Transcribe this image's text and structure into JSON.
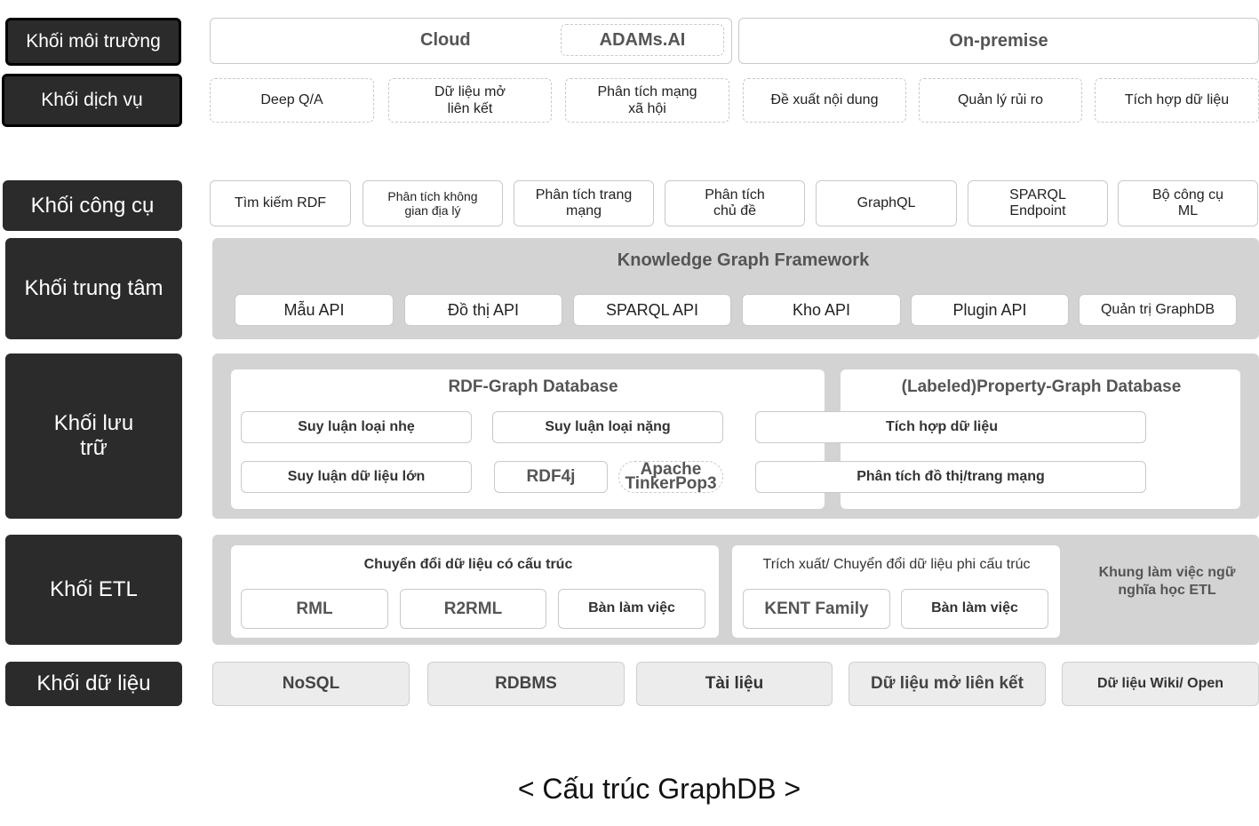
{
  "layers": {
    "env": "Khối môi trường",
    "service": "Khối dịch vụ",
    "tools": "Khối công cụ",
    "core": "Khối trung tâm",
    "storage": "Khối lưu trữ",
    "etl": "Khối ETL",
    "data": "Khối dữ liệu"
  },
  "env": {
    "cloud": "Cloud",
    "adams": "ADAMs.AI",
    "onprem": "On-premise"
  },
  "services": [
    "Deep Q/A",
    "Dữ liệu mở liên kết",
    "Phân tích mạng xã hội",
    "Đề xuất nội dung",
    "Quản lý rủi ro",
    "Tích hợp dữ liệu"
  ],
  "tools": [
    "Tìm kiếm  RDF",
    "Phân tích không gian địa lý",
    "Phân tích trang mạng",
    "Phân tích chủ đề",
    "GraphQL",
    "SPARQL Endpoint",
    "Bộ công cụ ML"
  ],
  "core": {
    "title": "Knowledge Graph Framework",
    "apis": [
      "Mẫu API",
      "Đồ thị API",
      "SPARQL API",
      "Kho API",
      "Plugin API",
      "Quản trị GraphDB"
    ]
  },
  "storage": {
    "rdf_title": "RDF-Graph Database",
    "lpg_title": "(Labeled)Property-Graph Database",
    "light": "Suy luận loại nhẹ",
    "heavy": "Suy luận loại nặng",
    "big": "Suy luận dữ liệu lớn",
    "rdf4j": "RDF4j",
    "tinker": "Apache TinkerPop3",
    "integration": "Tích hợp dữ liệu",
    "graph_analysis": "Phân tích đồ thị/trang mạng"
  },
  "etl": {
    "structured_title": "Chuyển đổi dữ liệu có cấu trúc",
    "rml": "RML",
    "r2rml": "R2RML",
    "workbench1": "Bàn làm việc",
    "unstructured_title": "Trích xuất/ Chuyển đổi dữ liệu phi cấu trúc",
    "kent": "KENT Family",
    "workbench2": "Bàn làm việc",
    "semantic": "Khung làm việc ngữ nghĩa học ETL"
  },
  "data_sources": [
    "NoSQL",
    "RDBMS",
    "Tài liệu",
    "Dữ liệu mở liên kết",
    "Dữ liệu Wiki/ Open"
  ],
  "caption": "< Cấu trúc GraphDB >"
}
